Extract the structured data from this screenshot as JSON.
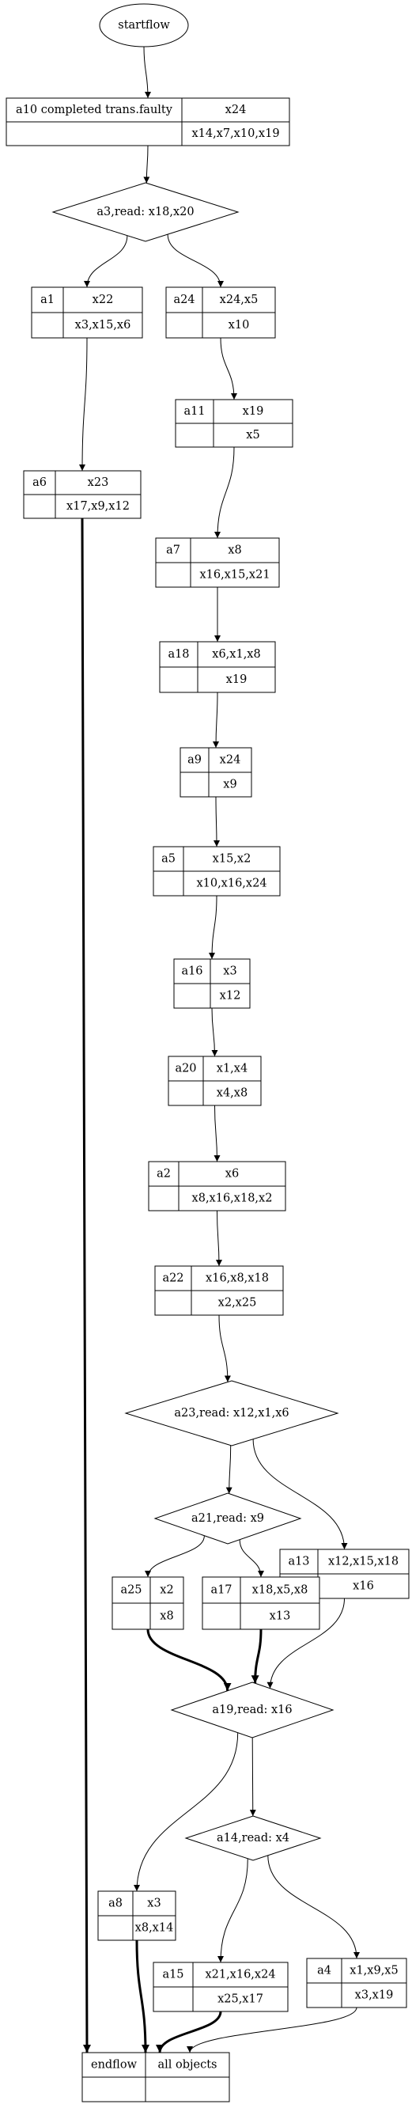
{
  "start": {
    "label": "startflow"
  },
  "end": {
    "left": "endflow",
    "right": "all objects"
  },
  "boxes": [
    {
      "id": "a10",
      "label": "a10 completed trans.faulty",
      "top": "x24",
      "bottom": "x14,x7,x10,x19"
    },
    {
      "id": "a1",
      "label": "a1",
      "top": "x22",
      "bottom": "x3,x15,x6"
    },
    {
      "id": "a24",
      "label": "a24",
      "top": "x24,x5",
      "bottom": "x10"
    },
    {
      "id": "a11",
      "label": "a11",
      "top": "x19",
      "bottom": "x5"
    },
    {
      "id": "a6",
      "label": "a6",
      "top": "x23",
      "bottom": "x17,x9,x12"
    },
    {
      "id": "a7",
      "label": "a7",
      "top": "x8",
      "bottom": "x16,x15,x21"
    },
    {
      "id": "a18",
      "label": "a18",
      "top": "x6,x1,x8",
      "bottom": "x19"
    },
    {
      "id": "a9",
      "label": "a9",
      "top": "x24",
      "bottom": "x9"
    },
    {
      "id": "a5",
      "label": "a5",
      "top": "x15,x2",
      "bottom": "x10,x16,x24"
    },
    {
      "id": "a16",
      "label": "a16",
      "top": "x3",
      "bottom": "x12"
    },
    {
      "id": "a20",
      "label": "a20",
      "top": "x1,x4",
      "bottom": "x4,x8"
    },
    {
      "id": "a2",
      "label": "a2",
      "top": "x6",
      "bottom": "x8,x16,x18,x2"
    },
    {
      "id": "a22",
      "label": "a22",
      "top": "x16,x8,x18",
      "bottom": "x2,x25"
    },
    {
      "id": "a13",
      "label": "a13",
      "top": "x12,x15,x18",
      "bottom": "x16"
    },
    {
      "id": "a25",
      "label": "a25",
      "top": "x2",
      "bottom": "x8"
    },
    {
      "id": "a17",
      "label": "a17",
      "top": "x18,x5,x8",
      "bottom": "x13"
    },
    {
      "id": "a8",
      "label": "a8",
      "top": "x3",
      "bottom": "x8,x14"
    },
    {
      "id": "a15",
      "label": "a15",
      "top": "x21,x16,x24",
      "bottom": "x25,x17"
    },
    {
      "id": "a4",
      "label": "a4",
      "top": "x1,x9,x5",
      "bottom": "x3,x19"
    }
  ],
  "diamonds": [
    {
      "id": "a3",
      "label": "a3,read: x18,x20"
    },
    {
      "id": "a23",
      "label": "a23,read: x12,x1,x6"
    },
    {
      "id": "a21",
      "label": "a21,read: x9"
    },
    {
      "id": "a19",
      "label": "a19,read: x16"
    },
    {
      "id": "a14",
      "label": "a14,read: x4"
    }
  ],
  "edges": [
    {
      "from": "start",
      "to": "a10",
      "bold": false
    },
    {
      "from": "a10",
      "to": "a3",
      "bold": false
    },
    {
      "from": "a3",
      "to": "a1",
      "bold": false
    },
    {
      "from": "a3",
      "to": "a24",
      "bold": false
    },
    {
      "from": "a24",
      "to": "a11",
      "bold": false
    },
    {
      "from": "a1",
      "to": "a6",
      "bold": false
    },
    {
      "from": "a11",
      "to": "a7",
      "bold": false
    },
    {
      "from": "a7",
      "to": "a18",
      "bold": false
    },
    {
      "from": "a18",
      "to": "a9",
      "bold": false
    },
    {
      "from": "a9",
      "to": "a5",
      "bold": false
    },
    {
      "from": "a5",
      "to": "a16",
      "bold": false
    },
    {
      "from": "a16",
      "to": "a20",
      "bold": false
    },
    {
      "from": "a20",
      "to": "a2",
      "bold": false
    },
    {
      "from": "a2",
      "to": "a22",
      "bold": false
    },
    {
      "from": "a22",
      "to": "a23",
      "bold": false
    },
    {
      "from": "a23",
      "to": "a21",
      "bold": false
    },
    {
      "from": "a23",
      "to": "a13",
      "bold": false
    },
    {
      "from": "a21",
      "to": "a25",
      "bold": false
    },
    {
      "from": "a21",
      "to": "a17",
      "bold": false
    },
    {
      "from": "a25",
      "to": "a19",
      "bold": true
    },
    {
      "from": "a17",
      "to": "a19",
      "bold": true
    },
    {
      "from": "a13",
      "to": "a19",
      "bold": false
    },
    {
      "from": "a19",
      "to": "a8",
      "bold": false
    },
    {
      "from": "a19",
      "to": "a14",
      "bold": false
    },
    {
      "from": "a14",
      "to": "a15",
      "bold": false
    },
    {
      "from": "a14",
      "to": "a4",
      "bold": false
    },
    {
      "from": "a6",
      "to": "end",
      "bold": true
    },
    {
      "from": "a8",
      "to": "end",
      "bold": true
    },
    {
      "from": "a15",
      "to": "end",
      "bold": true
    },
    {
      "from": "a4",
      "to": "end",
      "bold": false
    }
  ]
}
